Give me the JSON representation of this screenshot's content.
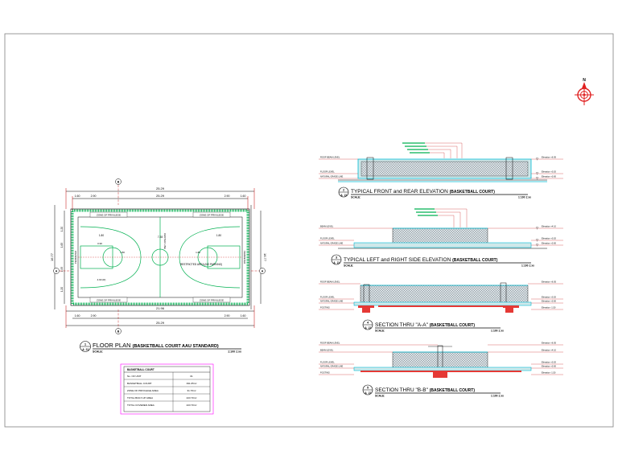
{
  "north_label": "N",
  "floor_plan": {
    "overall_width": "25.29",
    "overall_width_bottom": "25.29",
    "inner_width_top": "25.29",
    "inner_width_bottom": "21.96",
    "side_dims_top": [
      "1.60",
      "2.90",
      "2.90",
      "1.60"
    ],
    "side_dims_bottom": [
      "1.60",
      "2.90",
      "2.90",
      "1.60"
    ],
    "overall_height_left": "16.77",
    "overall_height_right": "16.77",
    "left_dims": [
      "1.20",
      "1.65",
      "1.95",
      "1.20"
    ],
    "key_dims": [
      "1.80",
      "7.28",
      "1.80"
    ],
    "small_dims": [
      "1.80",
      "1.80",
      "0.90",
      "4.90 (R)"
    ],
    "zone_labels": [
      "ZONE OF PRIVILEGE",
      "ZONE OF PRIVILEGE",
      "ZONE OF PRIVILEGE",
      "ZONE OF PRIVILEGE"
    ],
    "center_line_label": "CENTER LINE",
    "restricted_label": "RESTRICTED AREA (NO PARKING)",
    "side_label_left": "PERIMETER",
    "side_label_right": "PERIMETER",
    "section_marks": [
      "B",
      "B",
      "A",
      "A"
    ]
  },
  "views": [
    {
      "num": "1",
      "sheet": "A",
      "sheet_no": "21",
      "title": "FLOOR PLAN",
      "subtitle": "(BASKETBALL COURT AAU STANDARD)",
      "scale_label": "SCALE:",
      "scale": "1:100 1:xx"
    },
    {
      "num": "2",
      "sheet": "A",
      "sheet_no": "21",
      "title": "TYPICAL FRONT and REAR ELEVATION",
      "subtitle": "(BASKETBALL COURT)",
      "scale_label": "SCALE:",
      "scale": "1:100 1:xx"
    },
    {
      "num": "3",
      "sheet": "A",
      "sheet_no": "21",
      "title": "TYPICAL LEFT and RIGHT SIDE ELEVATION",
      "subtitle": "(BASKETBALL COURT)",
      "scale_label": "SCALE:",
      "scale": "1:100 1:xx"
    },
    {
      "num": "4",
      "sheet": "A",
      "sheet_no": "21",
      "title": "SECTION THRU \"A-A\"",
      "subtitle": "(BASKETBALL COURT)",
      "scale_label": "SCALE:",
      "scale": "1:100 1:xx"
    },
    {
      "num": "5",
      "sheet": "A",
      "sheet_no": "21",
      "title": "SECTION THRU \"B-B\"",
      "subtitle": "(BASKETBALL COURT)",
      "scale_label": "SCALE:",
      "scale": "1:100 1:xx"
    }
  ],
  "schedule": {
    "header": "BASKETBALL COURT",
    "rows": [
      {
        "label": "No. OF UNIT",
        "value": "01"
      },
      {
        "label": "BASKETBALL COURT",
        "value": "391.65m²"
      },
      {
        "label": "ZONE OF PRIVILEGE AREA",
        "value": "31.76m²"
      },
      {
        "label": "TOTAL BUILT-UP AREA",
        "value": "423.70m²"
      },
      {
        "label": "TOTAL COVERED AREA",
        "value": "423.70m²"
      }
    ]
  },
  "level_labels": {
    "left": [
      "ROOF BEAM LEVEL",
      "BEAM LEVEL",
      "FLOOR LEVEL",
      "NATURAL GRADE LINE",
      "FOOTING"
    ],
    "right": [
      "Elevation +6.05",
      "Elevation +4.10",
      "Elevation +0.20",
      "Elevation +0.00",
      "Elevation -1.50"
    ]
  },
  "colors": {
    "court_lines": "#00b050",
    "dimension": "#c00000",
    "cyan": "#00bcd4",
    "magenta": "#ff00ff",
    "sheet_border": "#707070"
  }
}
